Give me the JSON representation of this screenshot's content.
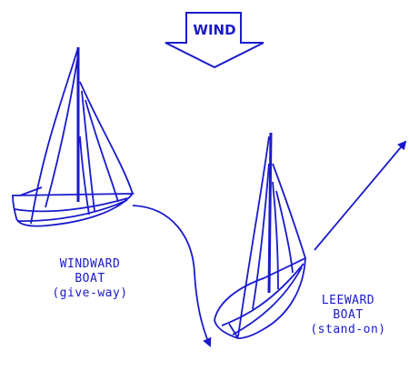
{
  "colors": {
    "ink": "#1a1acc",
    "background": "#ffffff"
  },
  "wind": {
    "label": "WIND"
  },
  "windward": {
    "line1": "WINDWARD",
    "line2": "BOAT",
    "line3": "(give-way)"
  },
  "leeward": {
    "line1": "LEEWARD",
    "line2": "BOAT",
    "line3": "(stand-on)"
  }
}
